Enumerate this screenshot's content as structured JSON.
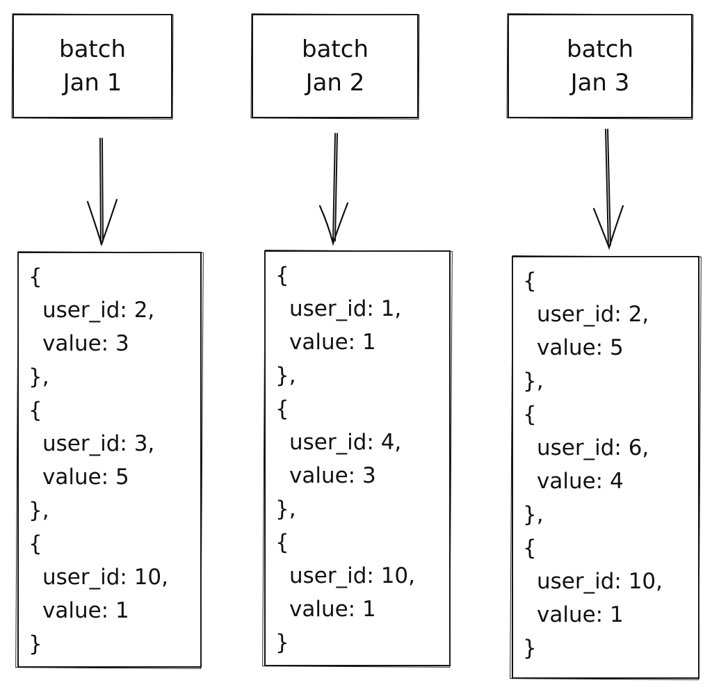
{
  "batches": [
    {
      "title": "batch",
      "date": "Jan 1",
      "records": [
        {
          "open": "{",
          "user_id": "user_id: 2,",
          "value": "value: 3",
          "close": "},"
        },
        {
          "open": "{",
          "user_id": "user_id: 3,",
          "value": "value: 5",
          "close": "},"
        },
        {
          "open": "{",
          "user_id": "user_id: 10,",
          "value": "value: 1",
          "close": "}"
        }
      ]
    },
    {
      "title": "batch",
      "date": "Jan 2",
      "records": [
        {
          "open": "{",
          "user_id": "user_id: 1,",
          "value": "value: 1",
          "close": "},"
        },
        {
          "open": "{",
          "user_id": "user_id: 4,",
          "value": "value: 3",
          "close": "},"
        },
        {
          "open": "{",
          "user_id": "user_id: 10,",
          "value": "value: 1",
          "close": "}"
        }
      ]
    },
    {
      "title": "batch",
      "date": "Jan 3",
      "records": [
        {
          "open": "{",
          "user_id": "user_id: 2,",
          "value": "value: 5",
          "close": "},"
        },
        {
          "open": "{",
          "user_id": "user_id: 6,",
          "value": "value: 4",
          "close": "},"
        },
        {
          "open": "{",
          "user_id": "user_id: 10,",
          "value": "value: 1",
          "close": "}"
        }
      ]
    }
  ]
}
